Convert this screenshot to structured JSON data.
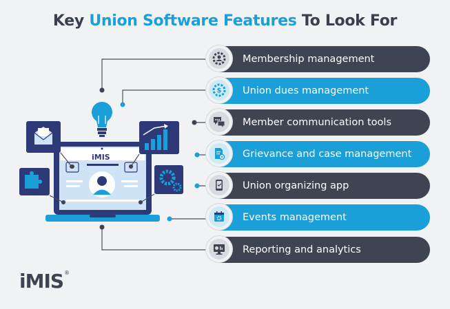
{
  "title": {
    "before": "Key ",
    "accent": "Union Software Features",
    "after": " To Look For"
  },
  "features": [
    {
      "label": "Membership management",
      "style": "dark",
      "icon": "person-gear-icon"
    },
    {
      "label": "Union dues management",
      "style": "blue",
      "icon": "dollar-gear-icon"
    },
    {
      "label": "Member communication tools",
      "style": "dark",
      "icon": "chat-bubbles-icon"
    },
    {
      "label": "Grievance and case management",
      "style": "blue",
      "icon": "document-gear-icon"
    },
    {
      "label": "Union organizing app",
      "style": "dark",
      "icon": "smartphone-icon"
    },
    {
      "label": "Events management",
      "style": "blue",
      "icon": "calendar-gear-icon"
    },
    {
      "label": "Reporting and analytics",
      "style": "dark",
      "icon": "monitor-chart-icon"
    }
  ],
  "illustration": {
    "screen_logo": "iMIS"
  },
  "logo": {
    "text": "iMIS",
    "mark": "®"
  },
  "colors": {
    "dark": "#3f4452",
    "blue": "#1a9fd8",
    "navy": "#2e3a78",
    "light_blue": "#cfe3f7",
    "background": "#f1f2f4"
  }
}
